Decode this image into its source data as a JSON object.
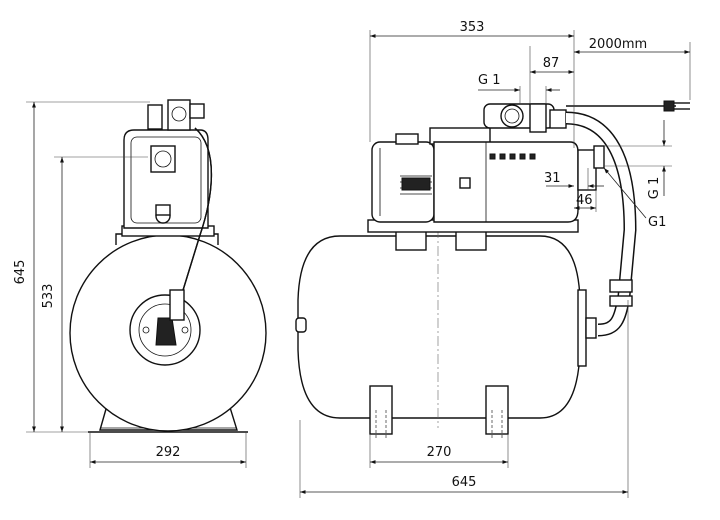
{
  "dimensions": {
    "side_total_height": "645",
    "side_pump_height": "533",
    "side_base_width": "292",
    "front_total_width": "353",
    "cable_length": "2000mm",
    "outlet_offset": "87",
    "outlet_thread": "G 1",
    "right_connection_thread": "G 1",
    "suction_thread": "G1",
    "inlet_offset_31": "31",
    "inlet_offset_46": "46",
    "foot_spacing": "270",
    "tank_length": "645"
  }
}
